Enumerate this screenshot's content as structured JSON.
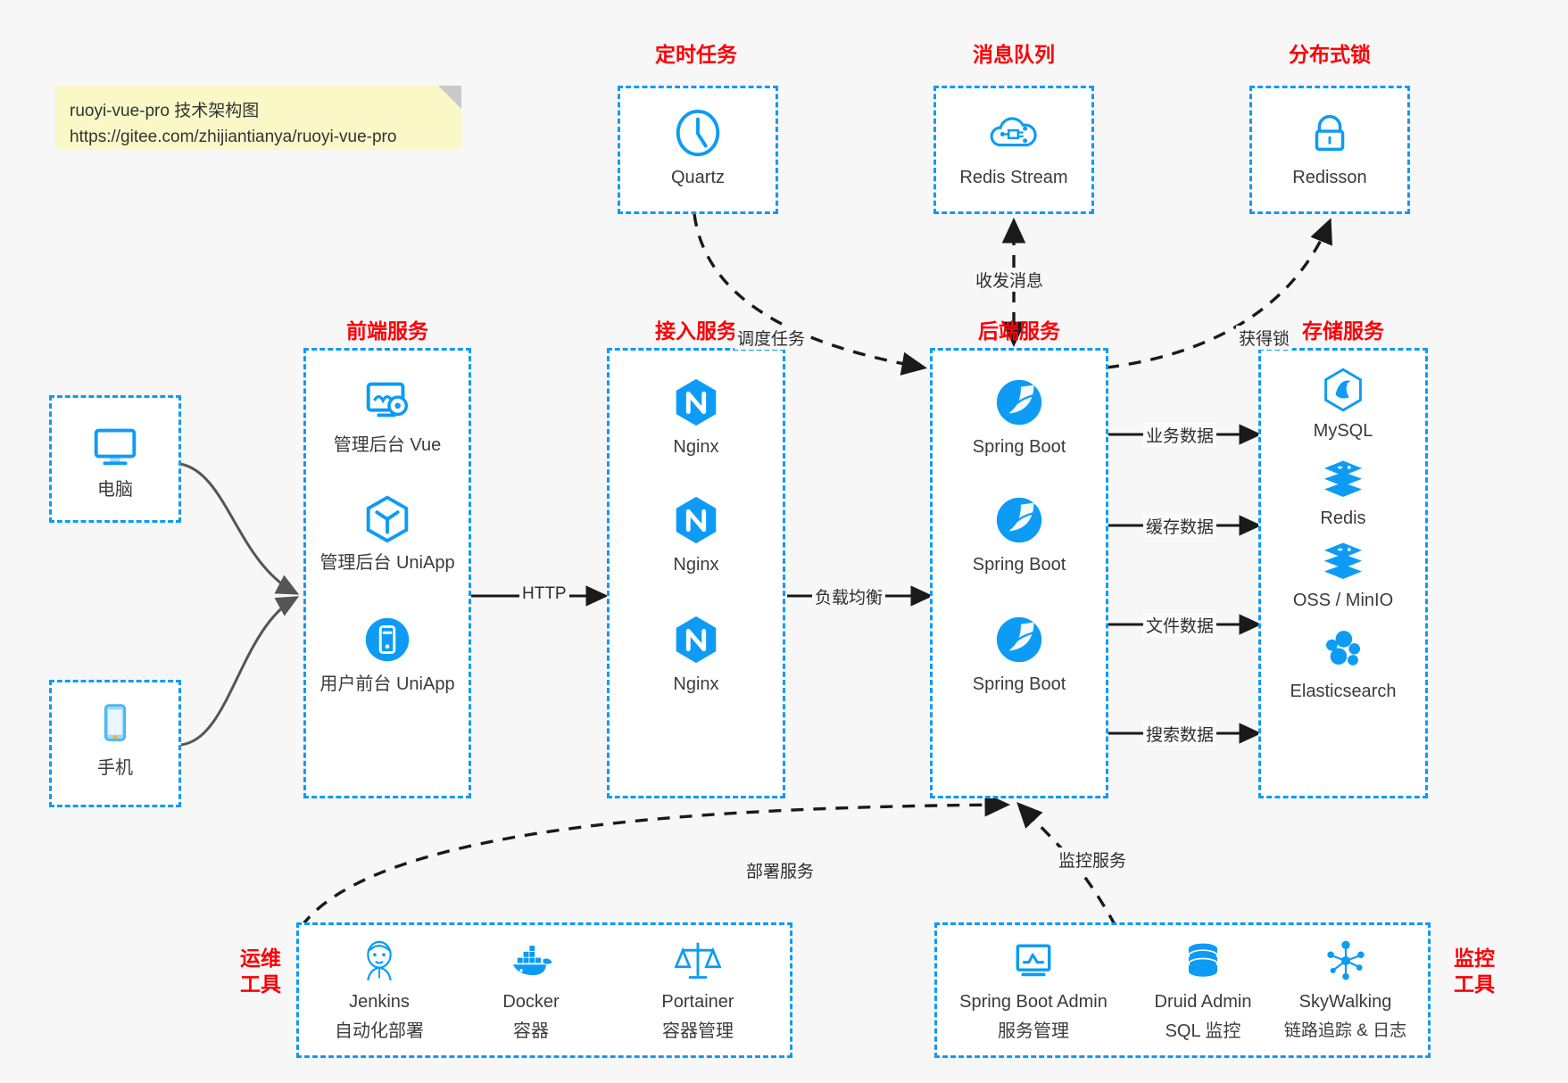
{
  "diagram": {
    "note": {
      "line1": "ruoyi-vue-pro 技术架构图",
      "line2": "https://gitee.com/zhijiantianya/ruoyi-vue-pro"
    },
    "colors": {
      "accent_blue": "#0d9bf5",
      "title_red": "#fb0007",
      "background": "#f7f7f7",
      "box_fill": "#ffffff",
      "arrow": "#1a1a1a",
      "note_fill": "#fbf8c8"
    },
    "groups": {
      "scheduled_task": {
        "title": "定时任务",
        "nodes": [
          {
            "label": "Quartz",
            "icon": "clock-icon"
          }
        ]
      },
      "message_queue": {
        "title": "消息队列",
        "nodes": [
          {
            "label": "Redis Stream",
            "icon": "cloud-network-icon"
          }
        ]
      },
      "distributed_lock": {
        "title": "分布式锁",
        "nodes": [
          {
            "label": "Redisson",
            "icon": "lock-icon"
          }
        ]
      },
      "clients": {
        "title": "",
        "nodes": [
          {
            "label": "电脑",
            "icon": "desktop-icon"
          },
          {
            "label": "手机",
            "icon": "phone-icon"
          }
        ]
      },
      "frontend": {
        "title": "前端服务",
        "nodes": [
          {
            "label": "管理后台 Vue",
            "icon": "dashboard-gear-icon"
          },
          {
            "label": "管理后台 UniApp",
            "icon": "cube-icon"
          },
          {
            "label": "用户前台 UniApp",
            "icon": "mobile-app-icon"
          }
        ]
      },
      "gateway": {
        "title": "接入服务",
        "nodes": [
          {
            "label": "Nginx",
            "icon": "nginx-icon"
          },
          {
            "label": "Nginx",
            "icon": "nginx-icon"
          },
          {
            "label": "Nginx",
            "icon": "nginx-icon"
          }
        ]
      },
      "backend": {
        "title": "后端服务",
        "nodes": [
          {
            "label": "Spring Boot",
            "icon": "spring-boot-icon"
          },
          {
            "label": "Spring Boot",
            "icon": "spring-boot-icon"
          },
          {
            "label": "Spring Boot",
            "icon": "spring-boot-icon"
          }
        ]
      },
      "storage": {
        "title": "存储服务",
        "nodes": [
          {
            "label": "MySQL",
            "icon": "mysql-icon"
          },
          {
            "label": "Redis",
            "icon": "redis-icon"
          },
          {
            "label": "OSS / MinIO",
            "icon": "oss-minio-icon"
          },
          {
            "label": "Elasticsearch",
            "icon": "elasticsearch-icon"
          }
        ]
      },
      "devops": {
        "title_line1": "运维",
        "title_line2": "工具",
        "nodes": [
          {
            "label": "Jenkins",
            "sublabel": "自动化部署",
            "icon": "jenkins-icon"
          },
          {
            "label": "Docker",
            "sublabel": "容器",
            "icon": "docker-icon"
          },
          {
            "label": "Portainer",
            "sublabel": "容器管理",
            "icon": "scales-icon"
          }
        ]
      },
      "monitoring": {
        "title_line1": "监控",
        "title_line2": "工具",
        "nodes": [
          {
            "label": "Spring Boot Admin",
            "sublabel": "服务管理",
            "icon": "monitor-chart-icon"
          },
          {
            "label": "Druid Admin",
            "sublabel": "SQL 监控",
            "icon": "database-icon"
          },
          {
            "label": "SkyWalking",
            "sublabel": "链路追踪 & 日志",
            "icon": "skywalking-icon"
          }
        ]
      }
    },
    "edges": [
      {
        "name": "schedule-task",
        "label": "调度任务"
      },
      {
        "name": "send-receive-message",
        "label": "收发消息"
      },
      {
        "name": "acquire-lock",
        "label": "获得锁"
      },
      {
        "name": "http",
        "label": "HTTP"
      },
      {
        "name": "load-balance",
        "label": "负载均衡"
      },
      {
        "name": "business-data",
        "label": "业务数据"
      },
      {
        "name": "cache-data",
        "label": "缓存数据"
      },
      {
        "name": "file-data",
        "label": "文件数据"
      },
      {
        "name": "search-data",
        "label": "搜索数据"
      },
      {
        "name": "deploy-service",
        "label": "部署服务"
      },
      {
        "name": "monitor-service",
        "label": "监控服务"
      }
    ]
  }
}
